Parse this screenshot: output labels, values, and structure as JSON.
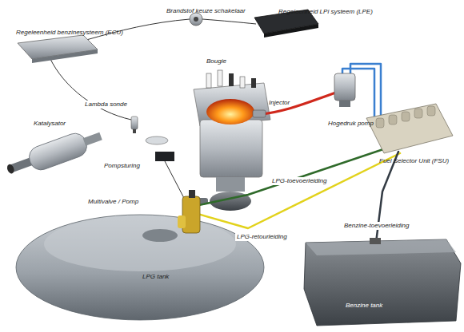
{
  "diagram": {
    "labels": [
      "Regeleenheid benzinesysteem (ECU)",
      "Brandstof keuze schakelaar",
      "Regeleenheid LPi systeem (LPE)",
      "Bougie",
      "Lambda sonde",
      "Injector",
      "Katalysator",
      "Hogedruk pomp",
      "Fuel Selector Unit (FSU)",
      "Pompsturing",
      "Multivalve / Pomp",
      "LPG-toevoerleiding",
      "LPG-retourleiding",
      "Benzine-toevoerleiding",
      "LPG tank",
      "Benzine tank"
    ]
  }
}
